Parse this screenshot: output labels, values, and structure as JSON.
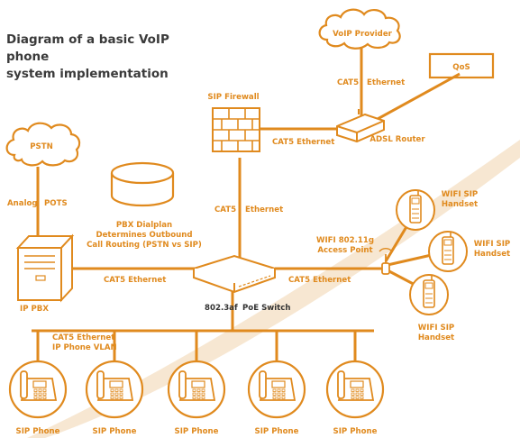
{
  "title_line1": "Diagram of a basic VoIP phone",
  "title_line2": "system implementation",
  "colors": {
    "accent": "#e08a1e",
    "fill": "#ffffff",
    "swoosh": "#f7e7d2",
    "title": "#3a3a3a"
  },
  "nodes": {
    "voip_provider": "VoIP Provider",
    "qos": "QoS",
    "pstn": "PSTN",
    "sip_firewall": "SIP Firewall",
    "adsl_router": "ADSL Router",
    "pbx_dialplan": [
      "PBX Dialplan",
      "Determines Outbound",
      "Call Routing (PSTN vs SIP)"
    ],
    "ip_pbx": "IP PBX",
    "switch": "802.3af",
    "poe_switch": "PoE Switch",
    "access_point": [
      "WIFI 802.11g",
      "Access Point"
    ],
    "wifi_handset_1": [
      "WIFI SIP",
      "Handset"
    ],
    "wifi_handset_2": [
      "WIFI SIP",
      "Handset"
    ],
    "wifi_handset_3": [
      "WIFI SIP",
      "Handset"
    ]
  },
  "links": {
    "provider_router": "CAT5",
    "provider_router_2": "Ethernet",
    "firewall_router": "CAT5 Ethernet",
    "pstn_pbx_1": "Analog",
    "pstn_pbx_2": "POTS",
    "firewall_switch_1": "CAT5",
    "firewall_switch_2": "Ethernet",
    "pbx_switch": "CAT5 Ethernet",
    "switch_ap": "CAT5 Ethernet",
    "phones_1": "CAT5 Ethernet",
    "phones_2": "IP Phone VLAN"
  },
  "phones": [
    "SIP Phone",
    "SIP Phone",
    "SIP Phone",
    "SIP Phone",
    "SIP Phone"
  ]
}
